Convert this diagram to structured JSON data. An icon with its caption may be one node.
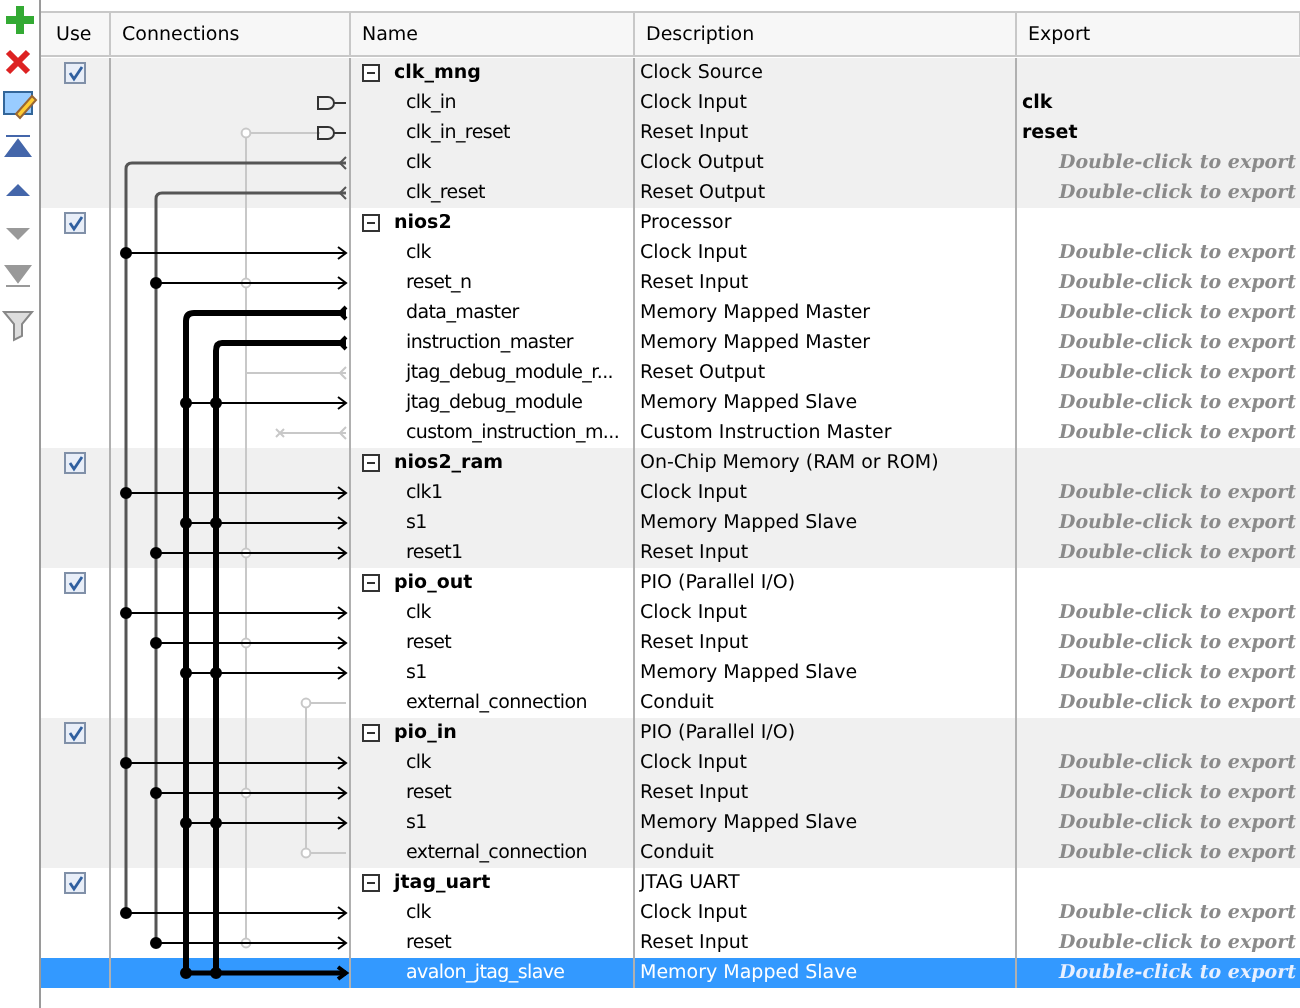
{
  "diagram": {
    "labels": [
      "Use",
      "Connections",
      "Name",
      "Description",
      "Export",
      "clk_mng",
      "Clock Source",
      "clk_in",
      "Clock Input",
      "clk",
      "clk_in_reset",
      "Reset Input",
      "reset",
      "clk",
      "Clock Output",
      "Double-click to export",
      "clk_reset",
      "Reset Output",
      "Double-click to export",
      "nios2",
      "Processor",
      "clk",
      "Clock Input",
      "Double-click to export",
      "reset_n",
      "Reset Input",
      "Double-click to export",
      "data_master",
      "Memory Mapped Master",
      "Double-click to export",
      "instruction_master",
      "Memory Mapped Master",
      "Double-click to export",
      "jtag_debug_module_r...",
      "Reset Output",
      "Double-click to export",
      "jtag_debug_module",
      "Memory Mapped Slave",
      "Double-click to export",
      "custom_instruction_m...",
      "Custom Instruction Master",
      "Double-click to export",
      "nios2_ram",
      "On-Chip Memory (RAM or ROM)",
      "clk1",
      "Clock Input",
      "Double-click to export",
      "s1",
      "Memory Mapped Slave",
      "Double-click to export",
      "reset1",
      "Reset Input",
      "Double-click to export",
      "pio_out",
      "PIO (Parallel I/O)",
      "clk",
      "Clock Input",
      "Double-click to export",
      "reset",
      "Reset Input",
      "Double-click to export",
      "s1",
      "Memory Mapped Slave",
      "Double-click to export",
      "external_connection",
      "Conduit",
      "Double-click to export",
      "pio_in",
      "PIO (Parallel I/O)",
      "clk",
      "Clock Input",
      "Double-click to export",
      "reset",
      "Reset Input",
      "Double-click to export",
      "s1",
      "Memory Mapped Slave",
      "Double-click to export",
      "external_connection",
      "Conduit",
      "Double-click to export",
      "jtag_uart",
      "JTAG UART",
      "clk",
      "Clock Input",
      "Double-click to export",
      "reset",
      "Reset Input",
      "Double-click to export",
      "avalon_jtag_slave",
      "Memory Mapped Slave",
      "Double-click to export"
    ]
  }
}
